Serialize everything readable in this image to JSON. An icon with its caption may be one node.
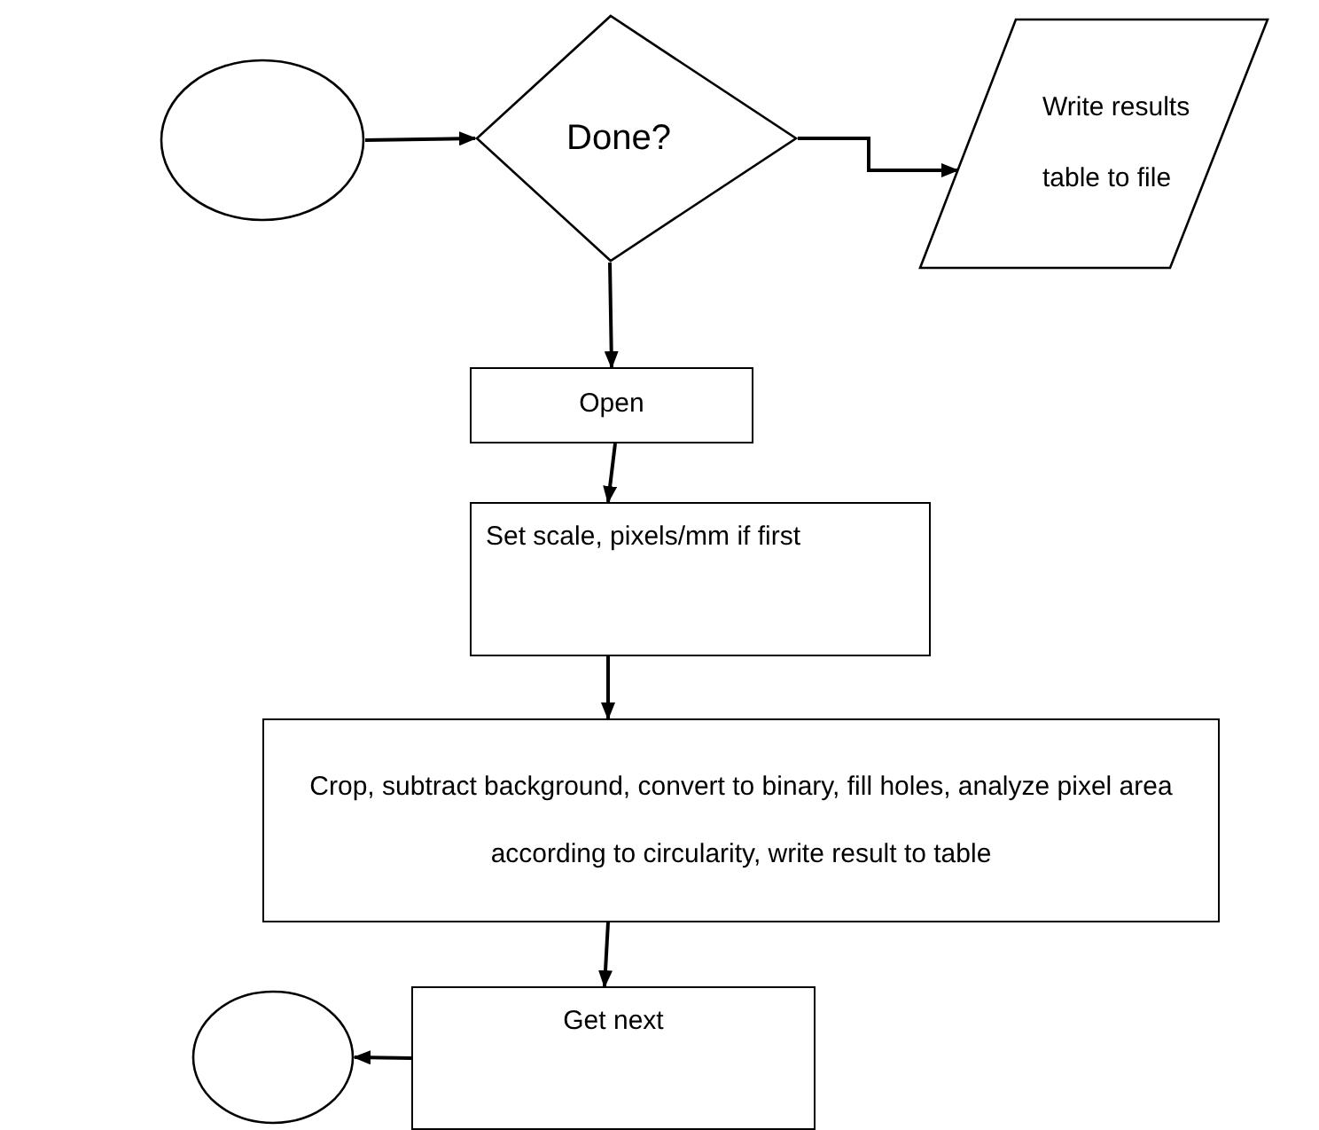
{
  "diagram": {
    "nodes": [
      {
        "text": [],
        "shape": "circle"
      },
      {
        "text": [
          "Done?"
        ]
      },
      {
        "text": [
          "Write results table to file"
        ]
      },
      {
        "text": [
          "Open"
        ]
      },
      {
        "text": [
          "Set scale, pixels/mm if first"
        ]
      },
      {
        "text": [
          "Crop, subtract background, convert to binary, fill holes, analyze pixel area according to circularity, write result to table"
        ]
      },
      {
        "text": [
          "Get next"
        ]
      },
      {
        "text": [],
        "shape": "circle"
      }
    ],
    "edges": [
      {
        "from": 0,
        "to": 1,
        "arrow": "to"
      },
      {
        "from": 1,
        "to": 2,
        "arrow": "to"
      },
      {
        "from": 1,
        "to": 3,
        "arrow": "to"
      },
      {
        "from": 3,
        "to": 4,
        "arrow": "to"
      },
      {
        "from": 4,
        "to": 5,
        "arrow": "to"
      },
      {
        "from": 5,
        "to": 6,
        "arrow": "to"
      },
      {
        "from": 6,
        "to": 7,
        "arrow": "to"
      }
    ]
  }
}
